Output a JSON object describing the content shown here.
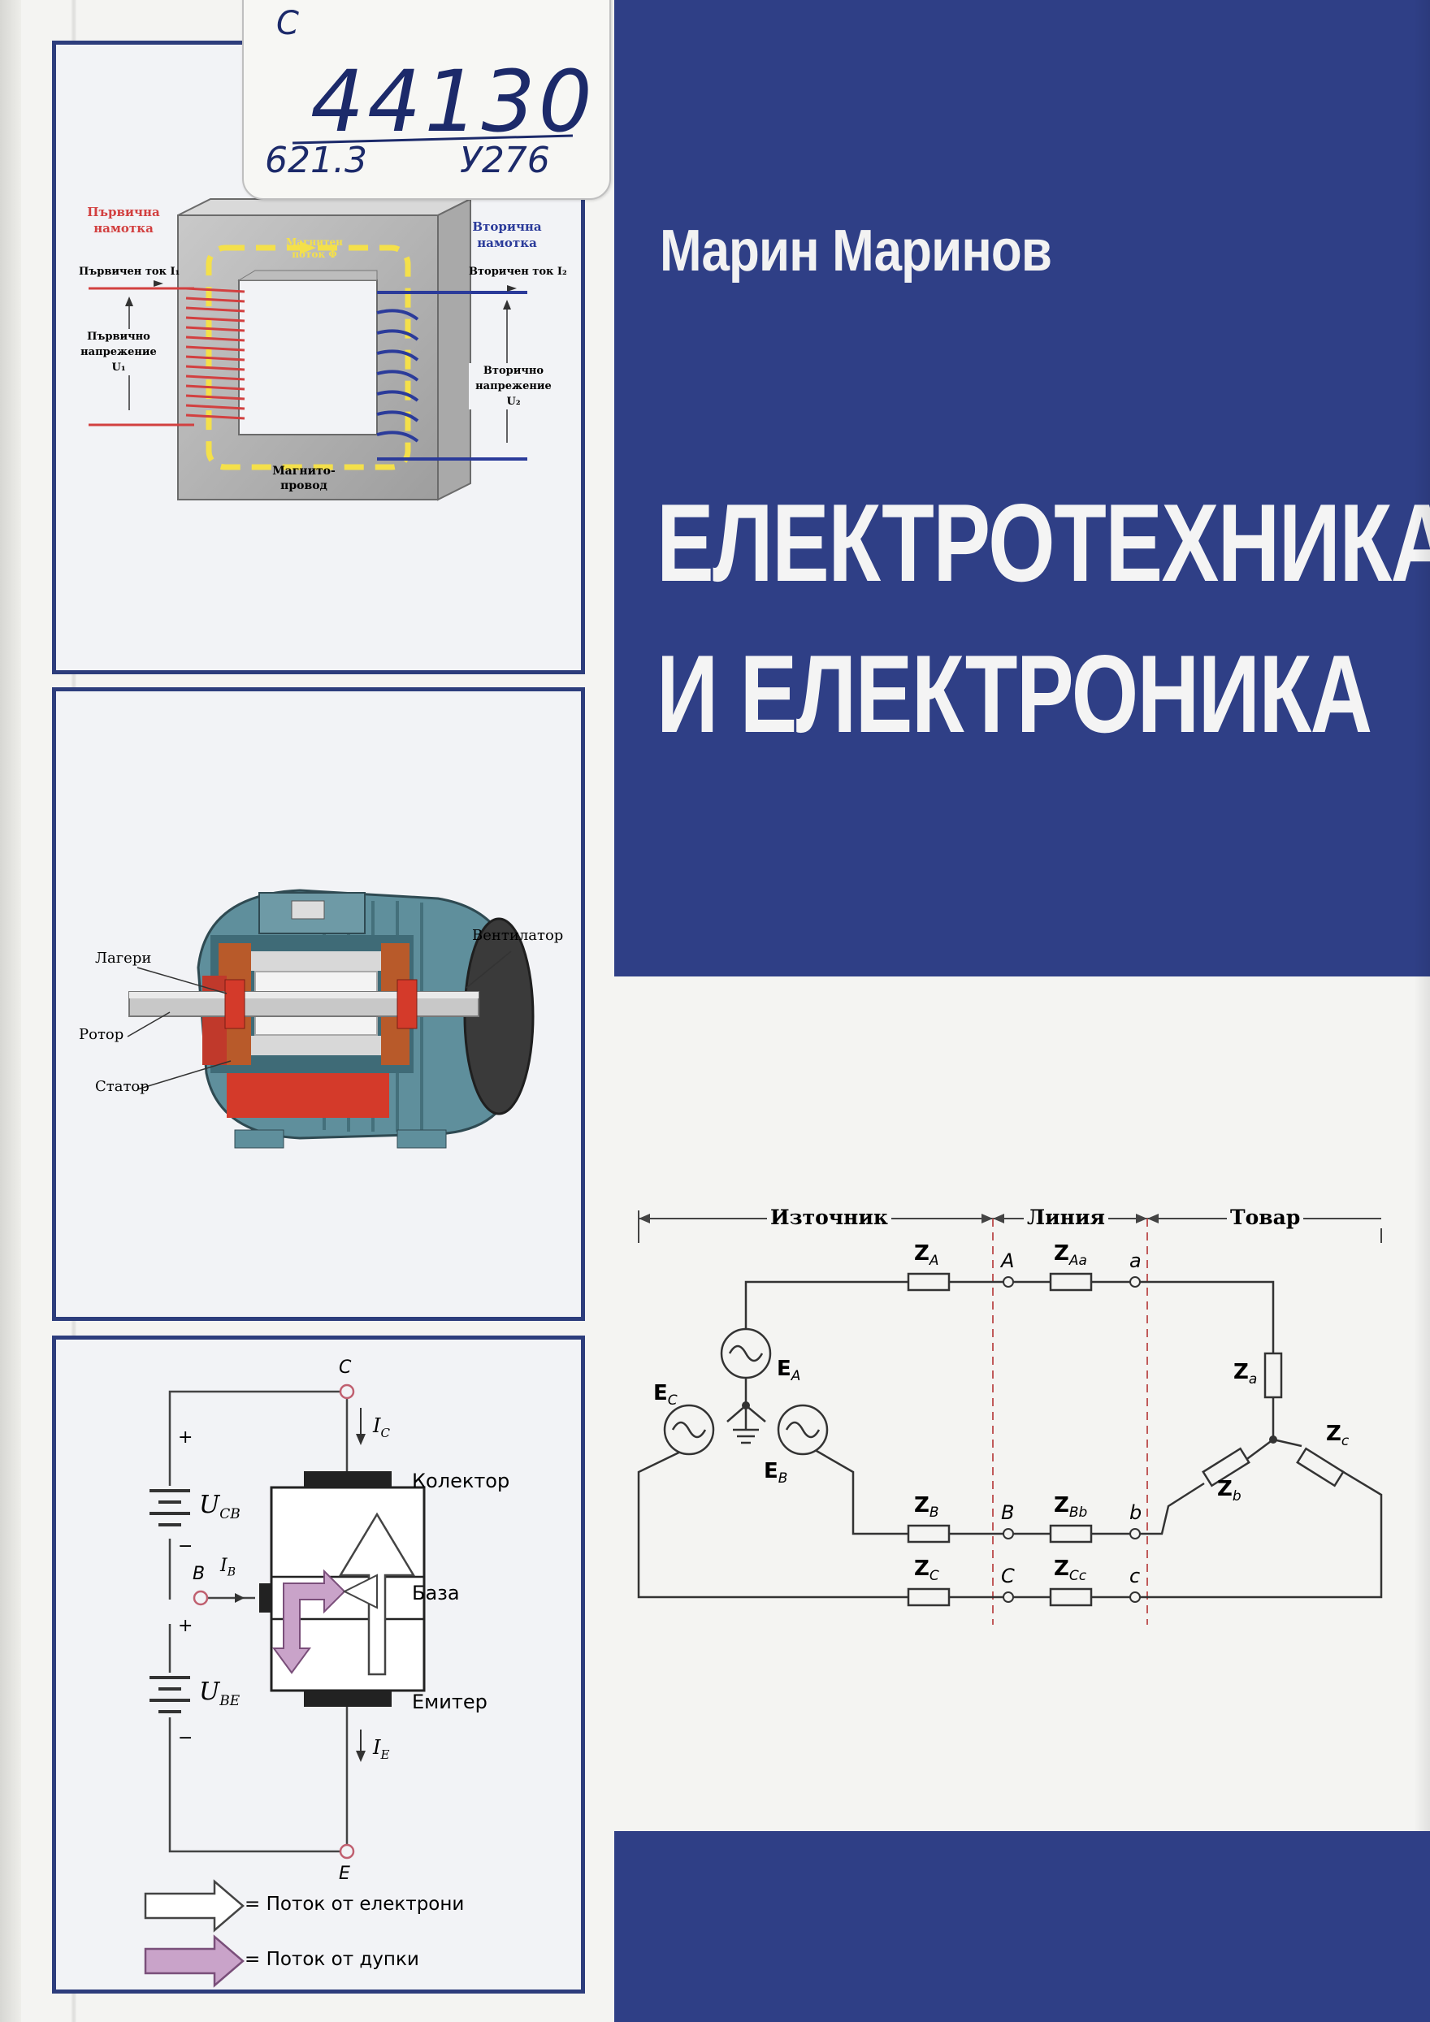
{
  "cover": {
    "author": "Марин Маринов",
    "title_line1": "ЕЛЕКТРОТЕХНИКА",
    "title_line2": "И ЕЛЕКТРОНИКА"
  },
  "library_sticker": {
    "inventory_number": "44130",
    "classification": "621.3",
    "shelf_code": "У276",
    "corner_mark": "С"
  },
  "transformer": {
    "primary_winding": "Първична намотка",
    "secondary_winding": "Вторична намотка",
    "primary_current": "Първичен ток I₁",
    "secondary_current": "Вторичен ток I₂",
    "primary_voltage": "Първично напрежение U₁",
    "secondary_voltage": "Вторично напрежение U₂",
    "magnetic_flux": "Магнитен поток Φ",
    "magnetic_core": "Магнито-провод"
  },
  "motor": {
    "bearings": "Лагери",
    "rotor": "Ротор",
    "stator": "Статор",
    "fan": "Вентилатор"
  },
  "transistor": {
    "node_c": "C",
    "node_b": "B",
    "node_e": "E",
    "ic": "I",
    "ic_sub": "C",
    "ib": "I",
    "ib_sub": "B",
    "ie": "I",
    "ie_sub": "E",
    "ucb": "U",
    "ucb_sub": "CB",
    "ube": "U",
    "ube_sub": "BE",
    "collector": "Колектор",
    "base": "База",
    "emitter": "Емитер",
    "plus": "+",
    "minus": "−",
    "legend_electrons": "= Поток от електрони",
    "legend_holes": "= Поток от дупки"
  },
  "three_phase": {
    "source": "Източник",
    "line": "Линия",
    "load": "Товар",
    "za": "Z",
    "za_sub": "A",
    "zb": "Z",
    "zb_sub": "B",
    "zc": "Z",
    "zc_sub": "C",
    "zaa": "Z",
    "zaa_sub": "Aa",
    "zbb": "Z",
    "zbb_sub": "Bb",
    "zcc": "Z",
    "zcc_sub": "Cc",
    "zla": "Z",
    "zla_sub": "a",
    "zlb": "Z",
    "zlb_sub": "b",
    "zlc": "Z",
    "zlc_sub": "c",
    "ea": "E",
    "ea_sub": "A",
    "eb": "E",
    "eb_sub": "B",
    "ec": "E",
    "ec_sub": "C",
    "node_A": "A",
    "node_B": "B",
    "node_C": "C",
    "node_a": "a",
    "node_b": "b",
    "node_c": "c"
  },
  "colors": {
    "cover_blue": "#2f3f86",
    "panel_border": "#2d3d7c",
    "red_winding": "#d24040",
    "blue_winding": "#2b3b9a"
  }
}
